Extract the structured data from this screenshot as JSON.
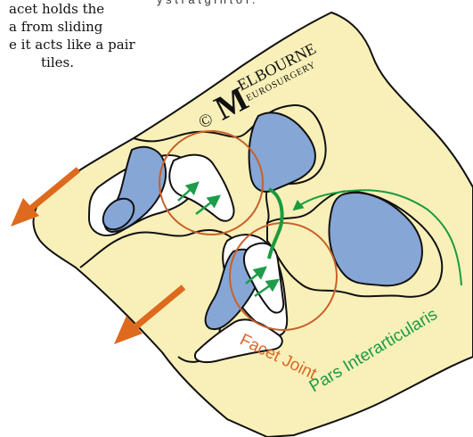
{
  "caption_lines": [
    "acet holds the",
    "a from sliding",
    "e it acts like a pair",
    "tiles."
  ],
  "watermark": {
    "copyright": "©",
    "big_letter": "M",
    "top_word": "ELBOURNE",
    "bottom_word": "EUROSURGERY"
  },
  "labels": {
    "facet_joint": "Facet Joint",
    "pars": "Pars Interarticularis"
  },
  "colors": {
    "bone": "#f8f0b8",
    "cartilage": "#86a6d6",
    "facet_arrow": "#1e9c49",
    "pars_line": "#1b9a3f",
    "circle": "#c8612a",
    "slip_arrow": "#de6a1d",
    "facet_label": "#d9692a",
    "pars_label": "#1c9a46"
  },
  "icons": [
    "slip-arrow-icon",
    "facet-arrow-icon"
  ]
}
